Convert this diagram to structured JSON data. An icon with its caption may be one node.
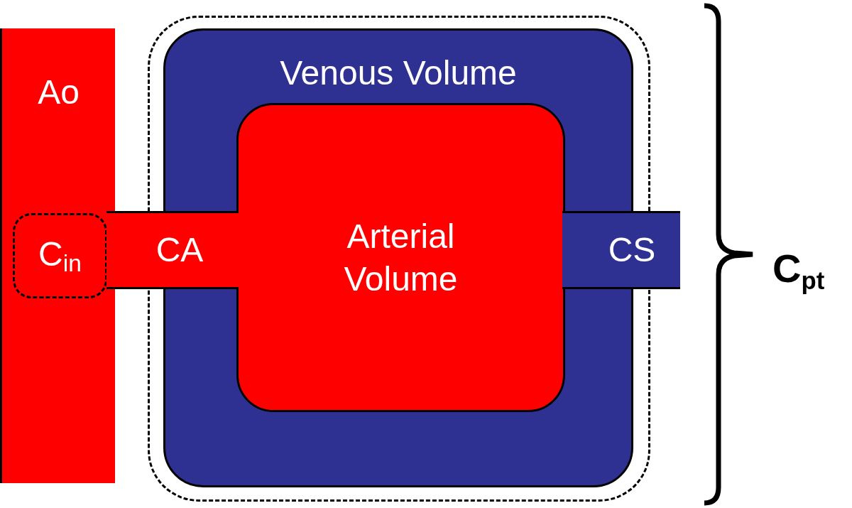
{
  "diagram": {
    "nodes": [
      {
        "text": [
          "Ao"
        ]
      },
      {
        "text": [
          "C$_{in}$"
        ],
        "in": 0
      },
      {
        "text": [],
        "shape": "box"
      },
      {
        "text": [
          "Venous Volume"
        ],
        "in": 2
      },
      {
        "text": [
          "Arterial Volume"
        ],
        "in": 3
      },
      {
        "text": [
          "CA"
        ]
      },
      {
        "text": [
          "CS"
        ]
      }
    ],
    "labels": [
      "C$_{pt}$"
    ]
  }
}
